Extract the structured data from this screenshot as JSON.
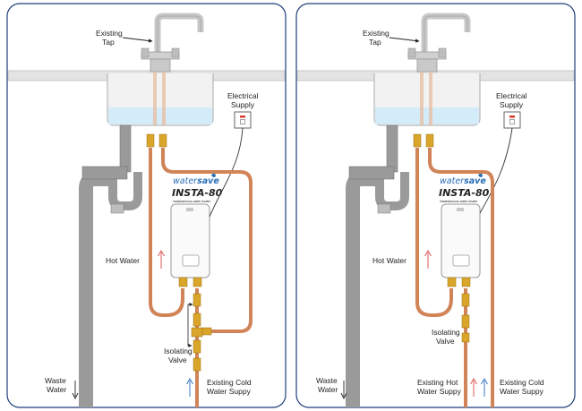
{
  "panels": [
    {
      "id": "left",
      "labels": {
        "tap": [
          "Existing",
          "Tap"
        ],
        "electrical": [
          "Electrical",
          "Supply"
        ],
        "hot_water": "Hot Water",
        "isolating": [
          "Isolating",
          "Valve"
        ],
        "waste": [
          "Waste",
          "Water"
        ],
        "supply": [
          "Existing Cold",
          "Water Suppy"
        ]
      }
    },
    {
      "id": "right",
      "labels": {
        "tap": [
          "Existing",
          "Tap"
        ],
        "electrical": [
          "Electrical",
          "Supply"
        ],
        "hot_water": "Hot Water",
        "isolating": [
          "Isolating",
          "Valve"
        ],
        "waste": [
          "Waste",
          "Water"
        ],
        "supply_hot": [
          "Existing Hot",
          "Water Suppy"
        ],
        "supply_cold": [
          "Existing Cold",
          "Water Suppy"
        ]
      }
    }
  ],
  "brand": {
    "name_a": "water",
    "name_b": "save",
    "product": "INSTA-80",
    "tagline": "instantaneous water heater"
  },
  "colors": {
    "copper": "#d08457",
    "copper_dark": "#a9643d",
    "waste_pipe": "#9a9a9a",
    "sink_fill": "#e8e8e8",
    "water": "#d4ecfa",
    "brass": "#d9a52a",
    "hot_arrow": "#e05a5a",
    "cold_arrow": "#3a78c8",
    "brand_blue": "#2b6fb6",
    "panel_border": "#1d3f7a"
  }
}
